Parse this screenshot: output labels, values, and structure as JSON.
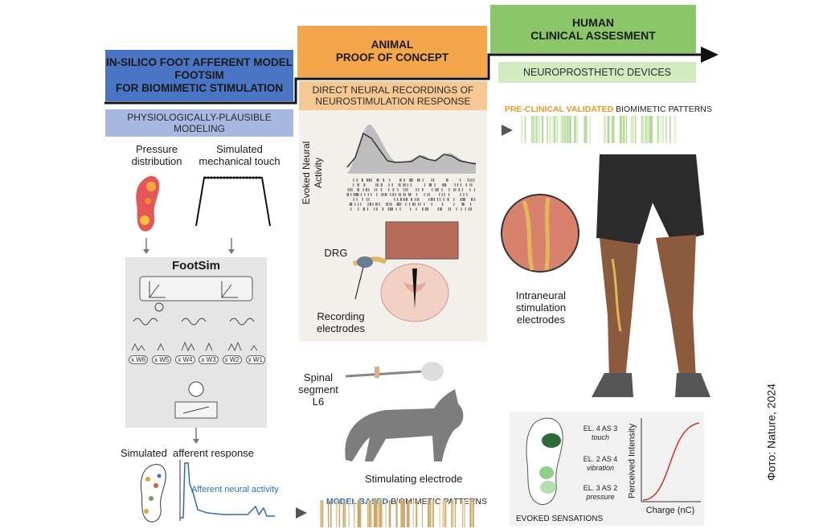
{
  "stages": {
    "insilico": {
      "title": "IN-SILICO FOOT AFFERENT MODEL\nFOOTSIM\nFOR BIOMIMETIC STIMULATION",
      "subtitle": "PHYSIOLOGICALLY-PLAUSIBLE\nMODELING",
      "color": "#4a74c4"
    },
    "animal": {
      "title": "ANIMAL\nPROOF OF CONCEPT",
      "subtitle": "DIRECT NEURAL RECORDINGS OF\nNEUROSTIMULATION RESPONSE",
      "color": "#f4a64a"
    },
    "human": {
      "title": "HUMAN\nCLINICAL ASSESMENT",
      "subtitle": "NEUROPROSTHETIC DEVICES",
      "color": "#8cc66a"
    }
  },
  "insilico_panel": {
    "pressure_label": "Pressure\ndistribution",
    "touch_label": "Simulated\nmechanical touch",
    "footsim_title": "FootSim",
    "weights": [
      "x W6",
      "x W5",
      "x W4",
      "x W3",
      "x W2",
      "x W1"
    ],
    "response_label": "Simulated  afferent response",
    "neural_activity_label": "Afferent neural activity"
  },
  "animal_panel": {
    "y_axis_label": "Evoked Neural\nActivity",
    "drg_label": "DRG",
    "recording_label": "Recording\nelectrodes",
    "spinal_label": "Spinal\nsegment\nL6",
    "stimulating_label": "Stimulating electrode",
    "patterns_prefix": "MODEL BASED",
    "patterns_suffix": " BIOMIMETIC PATTERNS",
    "patterns_prefix_color": "#2a72b8"
  },
  "human_panel": {
    "validated_prefix": "PRE-CLINICAL VALIDATED",
    "validated_suffix": " BIOMIMETIC PATTERNS",
    "validated_prefix_color": "#e89a28",
    "intraneural_label": "Intraneural\nstimulation\nelectrodes",
    "sensations": [
      {
        "el": "EL. 4 AS 3",
        "type": "touch"
      },
      {
        "el": "EL. 2 AS 4",
        "type": "vibration"
      },
      {
        "el": "EL. 3 AS 2",
        "type": "pressure"
      }
    ],
    "evoked_label": "EVOKED SENSATIONS",
    "ylabel": "Perceived Intensity",
    "xlabel": "Charge (nC)"
  },
  "credit": "Фото: Nature, 2024"
}
